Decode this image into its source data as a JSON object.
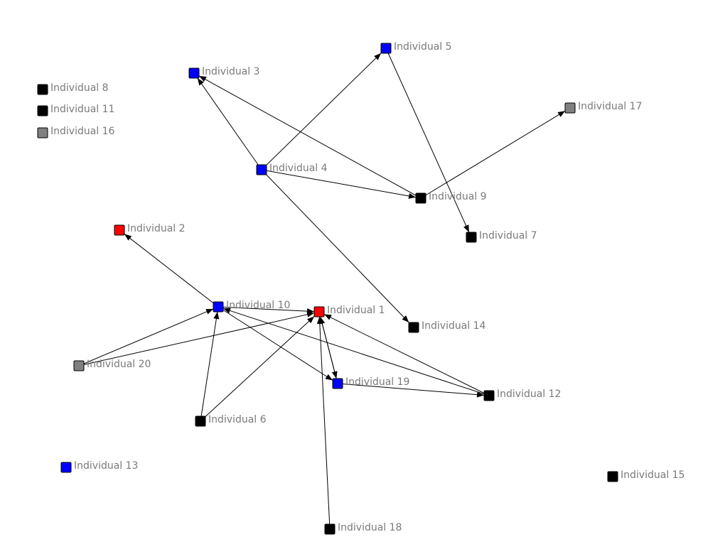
{
  "colors": {
    "blue": "#0000ff",
    "red": "#ff0000",
    "black": "#000000",
    "gray": "#808080",
    "edge": "#000000",
    "label": "#7a7a7a"
  },
  "nodes": [
    {
      "id": "i1",
      "label": "Individual 1",
      "color": "red"
    },
    {
      "id": "i2",
      "label": "Individual 2",
      "color": "red"
    },
    {
      "id": "i3",
      "label": "Individual 3",
      "color": "blue"
    },
    {
      "id": "i4",
      "label": "Individual 4",
      "color": "blue"
    },
    {
      "id": "i5",
      "label": "Individual 5",
      "color": "blue"
    },
    {
      "id": "i6",
      "label": "Individual 6",
      "color": "black"
    },
    {
      "id": "i7",
      "label": "Individual 7",
      "color": "black"
    },
    {
      "id": "i8",
      "label": "Individual 8",
      "color": "black"
    },
    {
      "id": "i9",
      "label": "Individual 9",
      "color": "black"
    },
    {
      "id": "i10",
      "label": "Individual 10",
      "color": "blue"
    },
    {
      "id": "i11",
      "label": "Individual 11",
      "color": "black"
    },
    {
      "id": "i12",
      "label": "Individual 12",
      "color": "black"
    },
    {
      "id": "i13",
      "label": "Individual 13",
      "color": "blue"
    },
    {
      "id": "i14",
      "label": "Individual 14",
      "color": "black"
    },
    {
      "id": "i15",
      "label": "Individual 15",
      "color": "black"
    },
    {
      "id": "i16",
      "label": "Individual 16",
      "color": "gray"
    },
    {
      "id": "i17",
      "label": "Individual 17",
      "color": "gray"
    },
    {
      "id": "i18",
      "label": "Individual 18",
      "color": "black"
    },
    {
      "id": "i19",
      "label": "Individual 19",
      "color": "blue"
    },
    {
      "id": "i20",
      "label": "Individual 20",
      "color": "gray"
    }
  ],
  "edges": [
    {
      "from": "i4",
      "to": "i3"
    },
    {
      "from": "i4",
      "to": "i5"
    },
    {
      "from": "i4",
      "to": "i9"
    },
    {
      "from": "i4",
      "to": "i14"
    },
    {
      "from": "i9",
      "to": "i3"
    },
    {
      "from": "i9",
      "to": "i17"
    },
    {
      "from": "i5",
      "to": "i7"
    },
    {
      "from": "i10",
      "to": "i2"
    },
    {
      "from": "i10",
      "to": "i1"
    },
    {
      "from": "i10",
      "to": "i19"
    },
    {
      "from": "i20",
      "to": "i10"
    },
    {
      "from": "i20",
      "to": "i1"
    },
    {
      "from": "i6",
      "to": "i10"
    },
    {
      "from": "i6",
      "to": "i1"
    },
    {
      "from": "i18",
      "to": "i1"
    },
    {
      "from": "i1",
      "to": "i19"
    },
    {
      "from": "i19",
      "to": "i1"
    },
    {
      "from": "i19",
      "to": "i12"
    },
    {
      "from": "i12",
      "to": "i1"
    },
    {
      "from": "i12",
      "to": "i10"
    }
  ]
}
